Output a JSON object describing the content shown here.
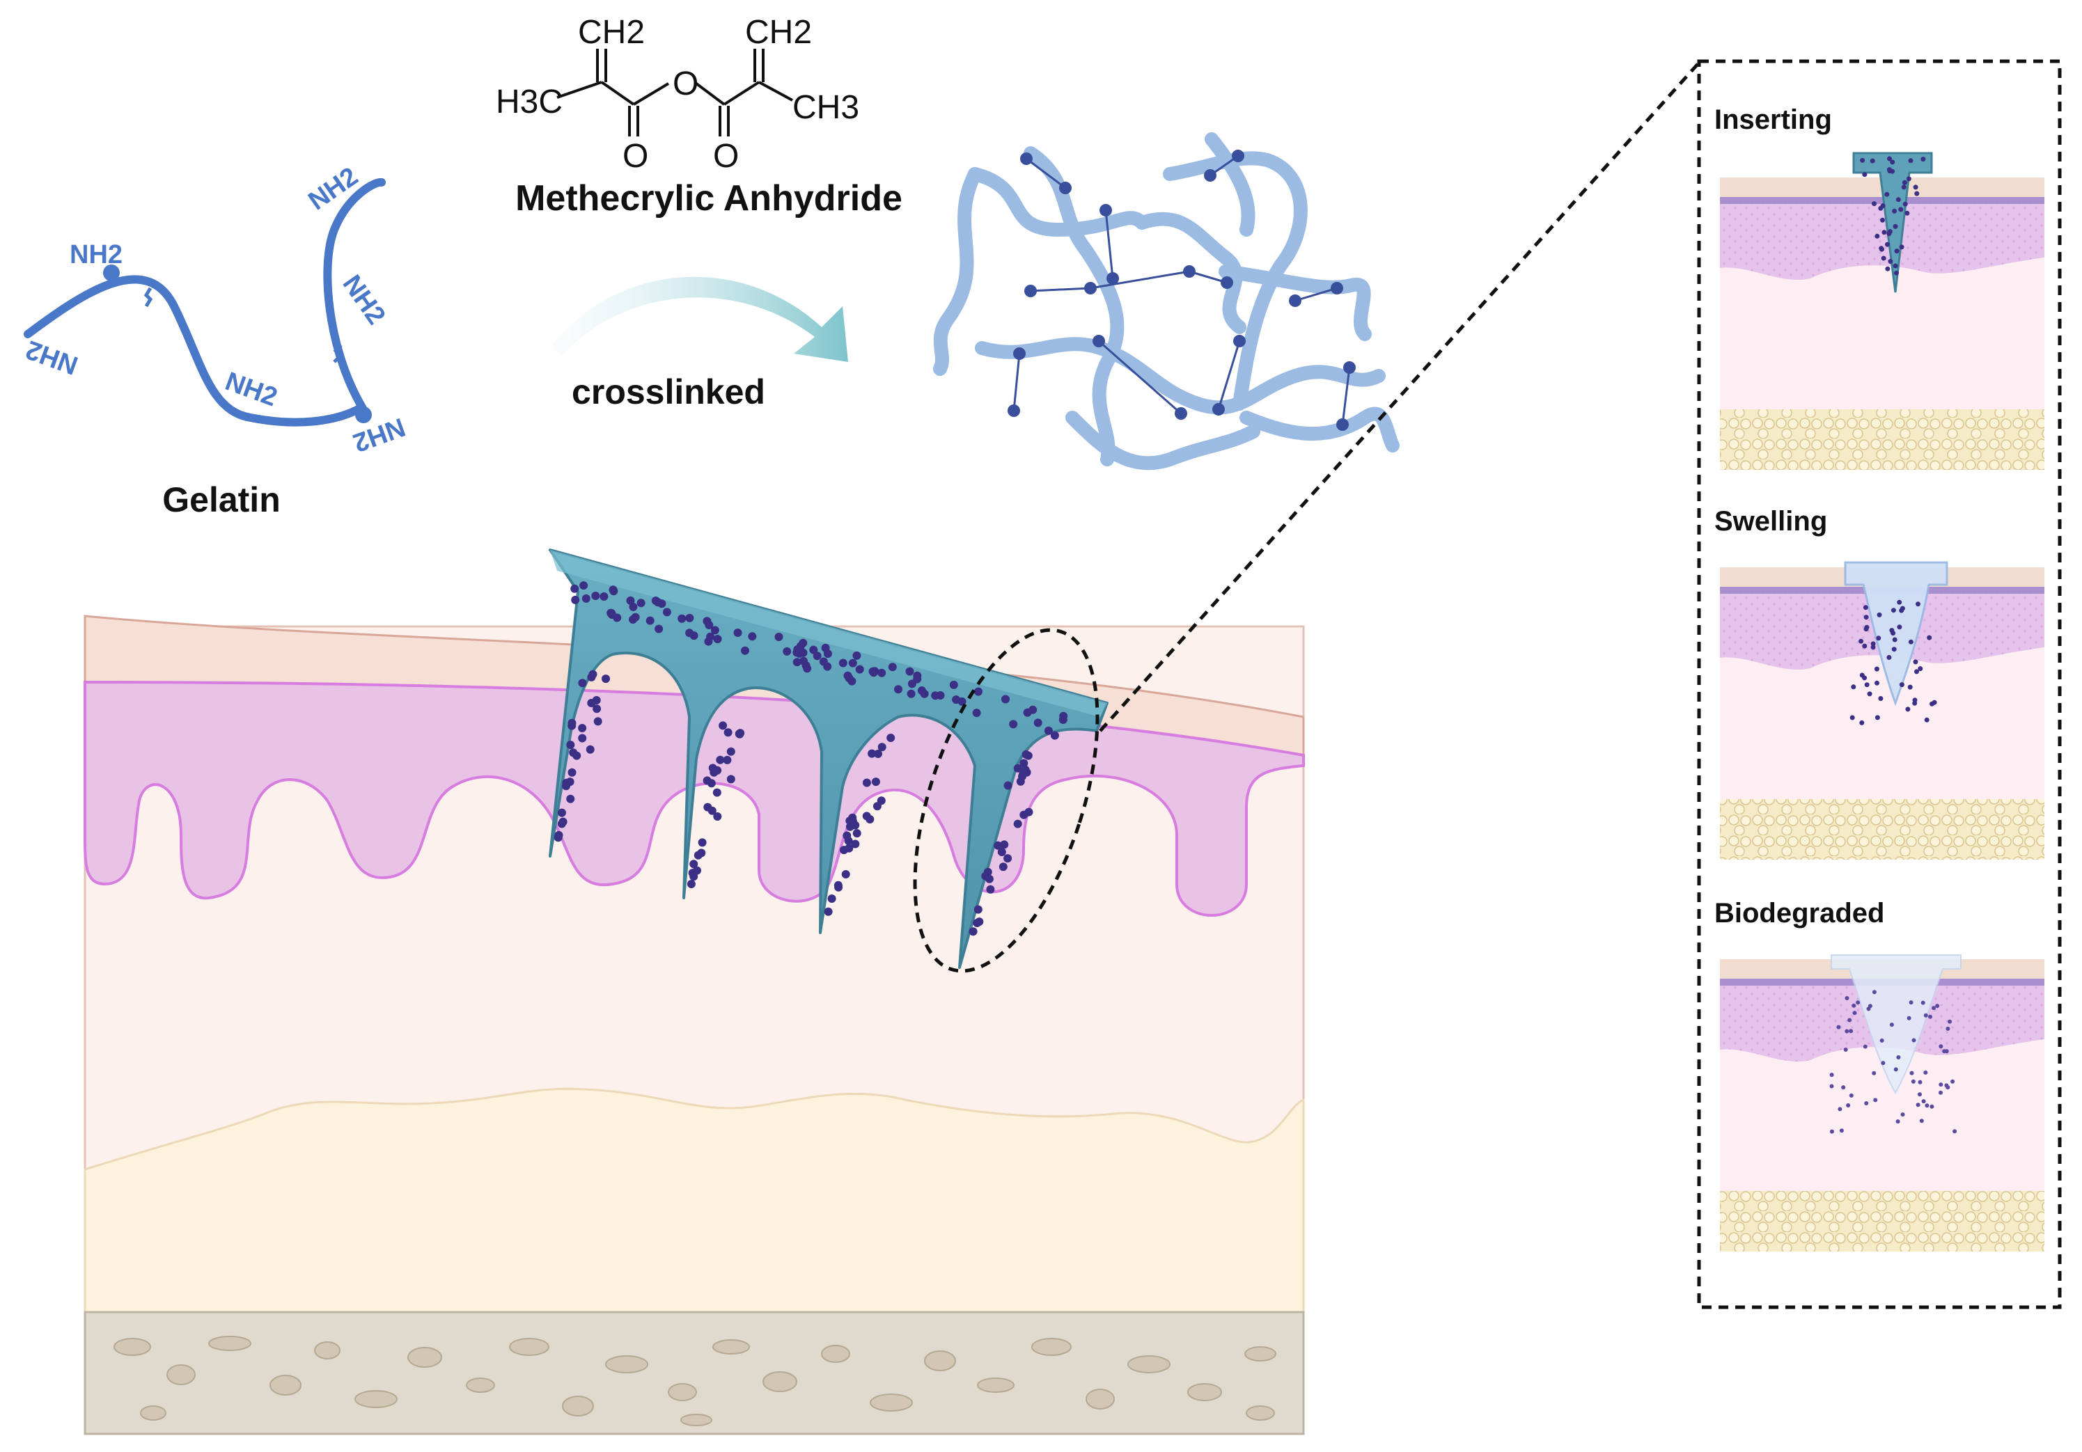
{
  "labels": {
    "gelatin": "Gelatin",
    "reagent": "Methecrylic Anhydride",
    "process": "crosslinked"
  },
  "chemistry": {
    "ch2_left": "CH2",
    "ch2_right": "CH2",
    "h3c": "H3C",
    "ch3": "CH3",
    "o_bridge": "O",
    "o_left": "O",
    "o_right": "O"
  },
  "amine_groups": [
    "NH2",
    "NH2",
    "NH2",
    "NH2",
    "NH2",
    "NH2"
  ],
  "stages": [
    {
      "title": "Inserting"
    },
    {
      "title": "Swelling"
    },
    {
      "title": "Biodegraded"
    }
  ],
  "colors": {
    "gelatin_chain": "#4a78c8",
    "network_chain": "#9cbbe3",
    "crosslink_node": "#3a4f9c",
    "microneedle": "#5ea1b8",
    "microneedle_dark": "#3f7f96",
    "drug_particle": "#3b2f86",
    "epidermis": "#f6dfd4",
    "dermis_papillary": "#e8c3e6",
    "dermis_border": "#d77de0",
    "dermis": "#fcf1ec",
    "hypodermis": "#fdf3dc",
    "fascia": "#e0d9cd",
    "fat_cells": "#efe1b6"
  }
}
